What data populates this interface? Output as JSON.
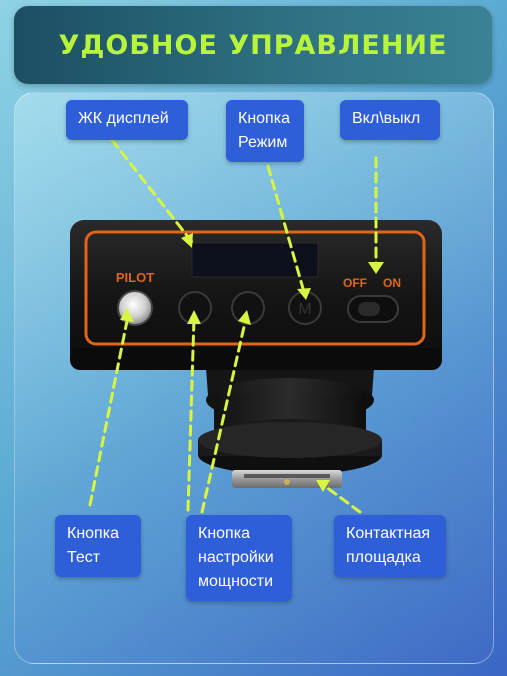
{
  "header": {
    "title": "УДОБНОЕ УПРАВЛЕНИЕ"
  },
  "device": {
    "pilot_text": "PILOT",
    "off_text": "OFF",
    "on_text": "ON",
    "accent_color": "#e0641a",
    "body_color": "#1b1b1b"
  },
  "labels": {
    "lcd": "ЖК дисплей",
    "mode_line1": "Кнопка",
    "mode_line2": "Режим",
    "power_switch": "Вкл\\выкл",
    "test_line1": "Кнопка",
    "test_line2": "Тест",
    "power_adj_line1": "Кнопка",
    "power_adj_line2": "настройки",
    "power_adj_line3": "мощности",
    "contact_line1": "Контактная",
    "contact_line2": "площадка"
  },
  "colors": {
    "title_text": "#b8f53a",
    "arrow": "#d8f542",
    "label_bg": "#2f5fd8"
  }
}
